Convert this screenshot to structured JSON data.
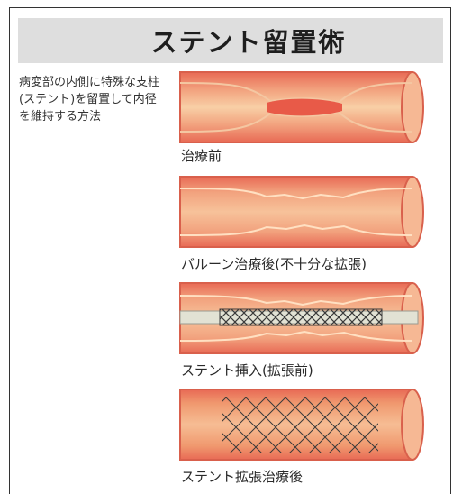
{
  "title": "ステント留置術",
  "description": "病変部の内側に特殊な支柱(ステント)を留置して内径を維持する方法",
  "stages": [
    {
      "caption": "治療前"
    },
    {
      "caption": "バルーン治療後(不十分な拡張)"
    },
    {
      "caption": "ステント挿入(拡張前)"
    },
    {
      "caption": "ステント拡張治療後"
    }
  ],
  "colors": {
    "title_bg": "#dedede",
    "vessel_outer": "#e2705c",
    "vessel_wall": "#f3b48c",
    "lumen": "#f7c9a0",
    "lesion": "#e85a48",
    "stent": "#3a3a3a"
  }
}
